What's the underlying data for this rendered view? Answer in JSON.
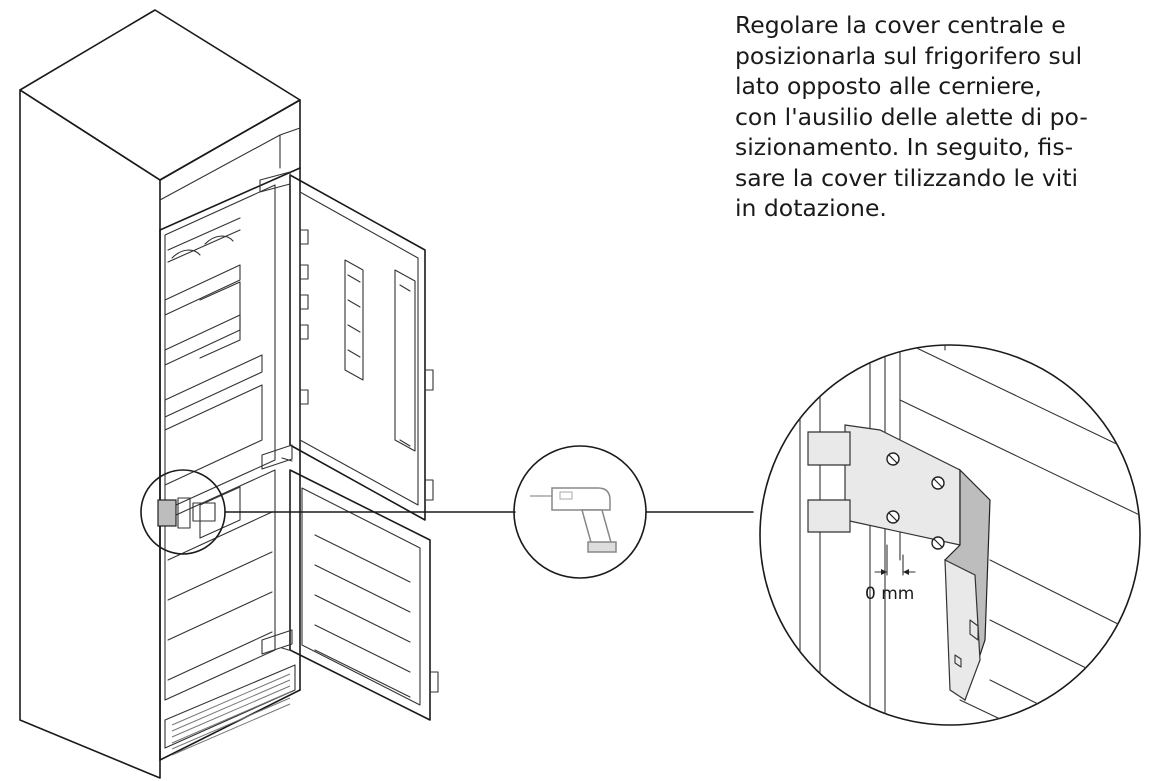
{
  "instructions": {
    "lines": [
      "Regolare la cover centrale  e",
      "posizionarla sul frigorifero sul",
      "lato  opposto  alle  cerniere,",
      "con l'ausilio delle alette di po-",
      "sizionamento.  In  seguito,  fis-",
      "sare la cover tilizzando le viti",
      "in dotazione."
    ]
  },
  "detail": {
    "measurement_label": "0 mm"
  },
  "icons": {
    "tool": "electric-screwdriver-icon"
  }
}
